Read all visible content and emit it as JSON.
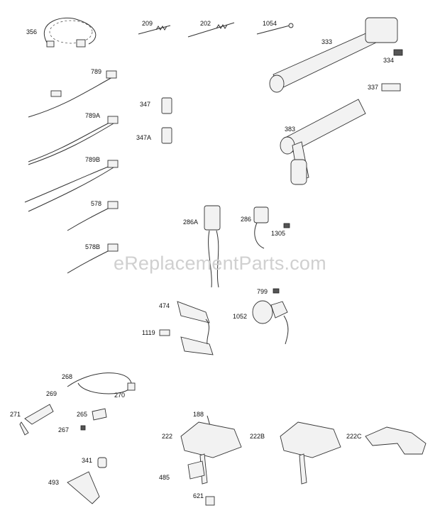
{
  "watermark": "eReplacementParts.com",
  "callouts": [
    "356",
    "209",
    "202",
    "1054",
    "333",
    "334",
    "789",
    "337",
    "789A",
    "383",
    "347",
    "347A",
    "789B",
    "578",
    "578B",
    "286A",
    "286",
    "1305",
    "799",
    "474",
    "1052",
    "1119",
    "268",
    "269",
    "270",
    "271",
    "265",
    "267",
    "188",
    "222",
    "222B",
    "222C",
    "341",
    "485",
    "493",
    "621"
  ]
}
